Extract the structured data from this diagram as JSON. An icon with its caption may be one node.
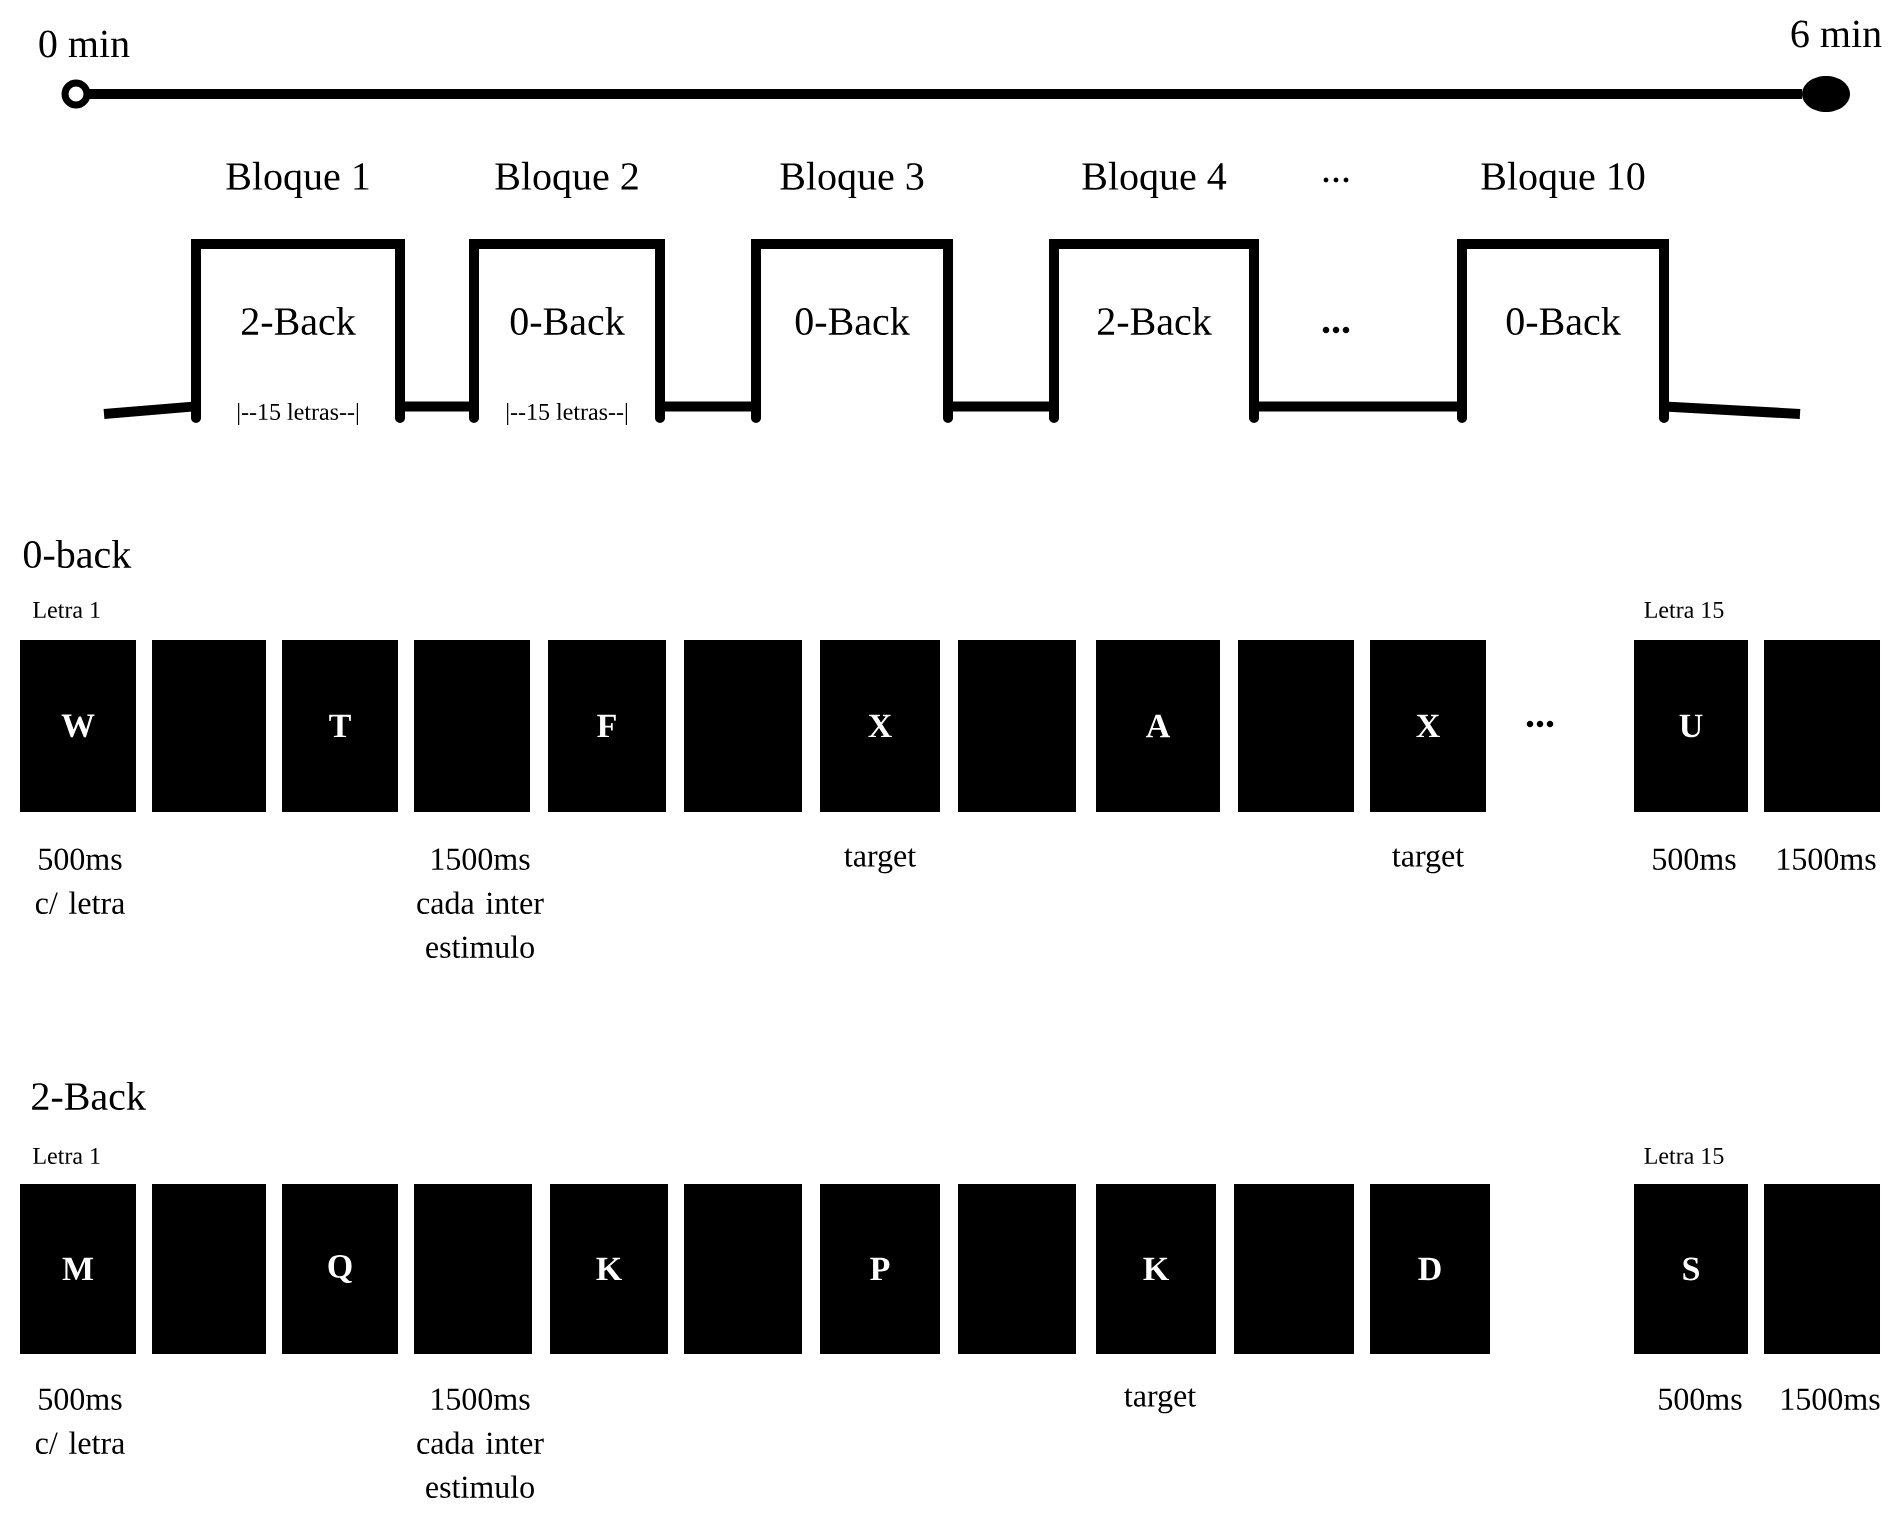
{
  "diagram": {
    "nodes": [
      {
        "text": [
          "Bloque 1",
          "2-Back",
          "|--15 letras--|"
        ]
      },
      {
        "text": [
          "Bloque 2",
          "0-Back",
          "|--15 letras--|"
        ]
      },
      {
        "text": [
          "Bloque 3",
          "0-Back"
        ]
      },
      {
        "text": [
          "Bloque 4",
          "2-Back"
        ]
      },
      {
        "text": [
          "Bloque 10",
          "0-Back"
        ]
      },
      {
        "text": [
          "W"
        ],
        "beside": [
          "Letra 1",
          "500ms c/ letra"
        ]
      },
      {
        "text": [],
        "shape": "box"
      },
      {
        "text": [
          "T"
        ]
      },
      {
        "text": [],
        "shape": "box",
        "beside": [
          "1500ms cada inter estimulo"
        ]
      },
      {
        "text": [
          "F"
        ]
      },
      {
        "text": [],
        "shape": "box"
      },
      {
        "text": [
          "X"
        ],
        "beside": [
          "target"
        ]
      },
      {
        "text": [],
        "shape": "box"
      },
      {
        "text": [
          "A"
        ]
      },
      {
        "text": [],
        "shape": "box"
      },
      {
        "text": [
          "X"
        ],
        "beside": [
          "target"
        ]
      },
      {
        "text": [
          "U"
        ],
        "beside": [
          "Letra 15",
          "500ms"
        ]
      },
      {
        "text": [],
        "shape": "box",
        "beside": [
          "1500ms"
        ]
      },
      {
        "text": [
          "M"
        ],
        "beside": [
          "Letra 1",
          "500ms c/ letra"
        ]
      },
      {
        "text": [],
        "shape": "box"
      },
      {
        "text": [
          "Q"
        ]
      },
      {
        "text": [],
        "shape": "box",
        "beside": [
          "1500ms cada inter estimulo"
        ]
      },
      {
        "text": [
          "K"
        ]
      },
      {
        "text": [],
        "shape": "box"
      },
      {
        "text": [
          "P"
        ]
      },
      {
        "text": [],
        "shape": "box"
      },
      {
        "text": [
          "K"
        ],
        "beside": [
          "target"
        ]
      },
      {
        "text": [],
        "shape": "box"
      },
      {
        "text": [
          "D"
        ]
      },
      {
        "text": [
          "S"
        ],
        "beside": [
          "Letra 15",
          "500ms"
        ]
      },
      {
        "text": [],
        "shape": "box",
        "beside": [
          "1500ms"
        ]
      }
    ],
    "edges": [
      {
        "from": null,
        "to": 0,
        "arrow": "none"
      },
      {
        "from": 0,
        "to": 1,
        "arrow": "none"
      },
      {
        "from": 1,
        "to": 2,
        "arrow": "none"
      },
      {
        "from": 2,
        "to": 3,
        "arrow": "none"
      },
      {
        "from": 3,
        "to": 4,
        "arrow": "none"
      },
      {
        "from": 4,
        "to": null,
        "arrow": "none"
      }
    ],
    "labels": [
      "0 min",
      "6 min",
      "...",
      "...",
      "0-back",
      "...",
      "2-Back"
    ]
  }
}
